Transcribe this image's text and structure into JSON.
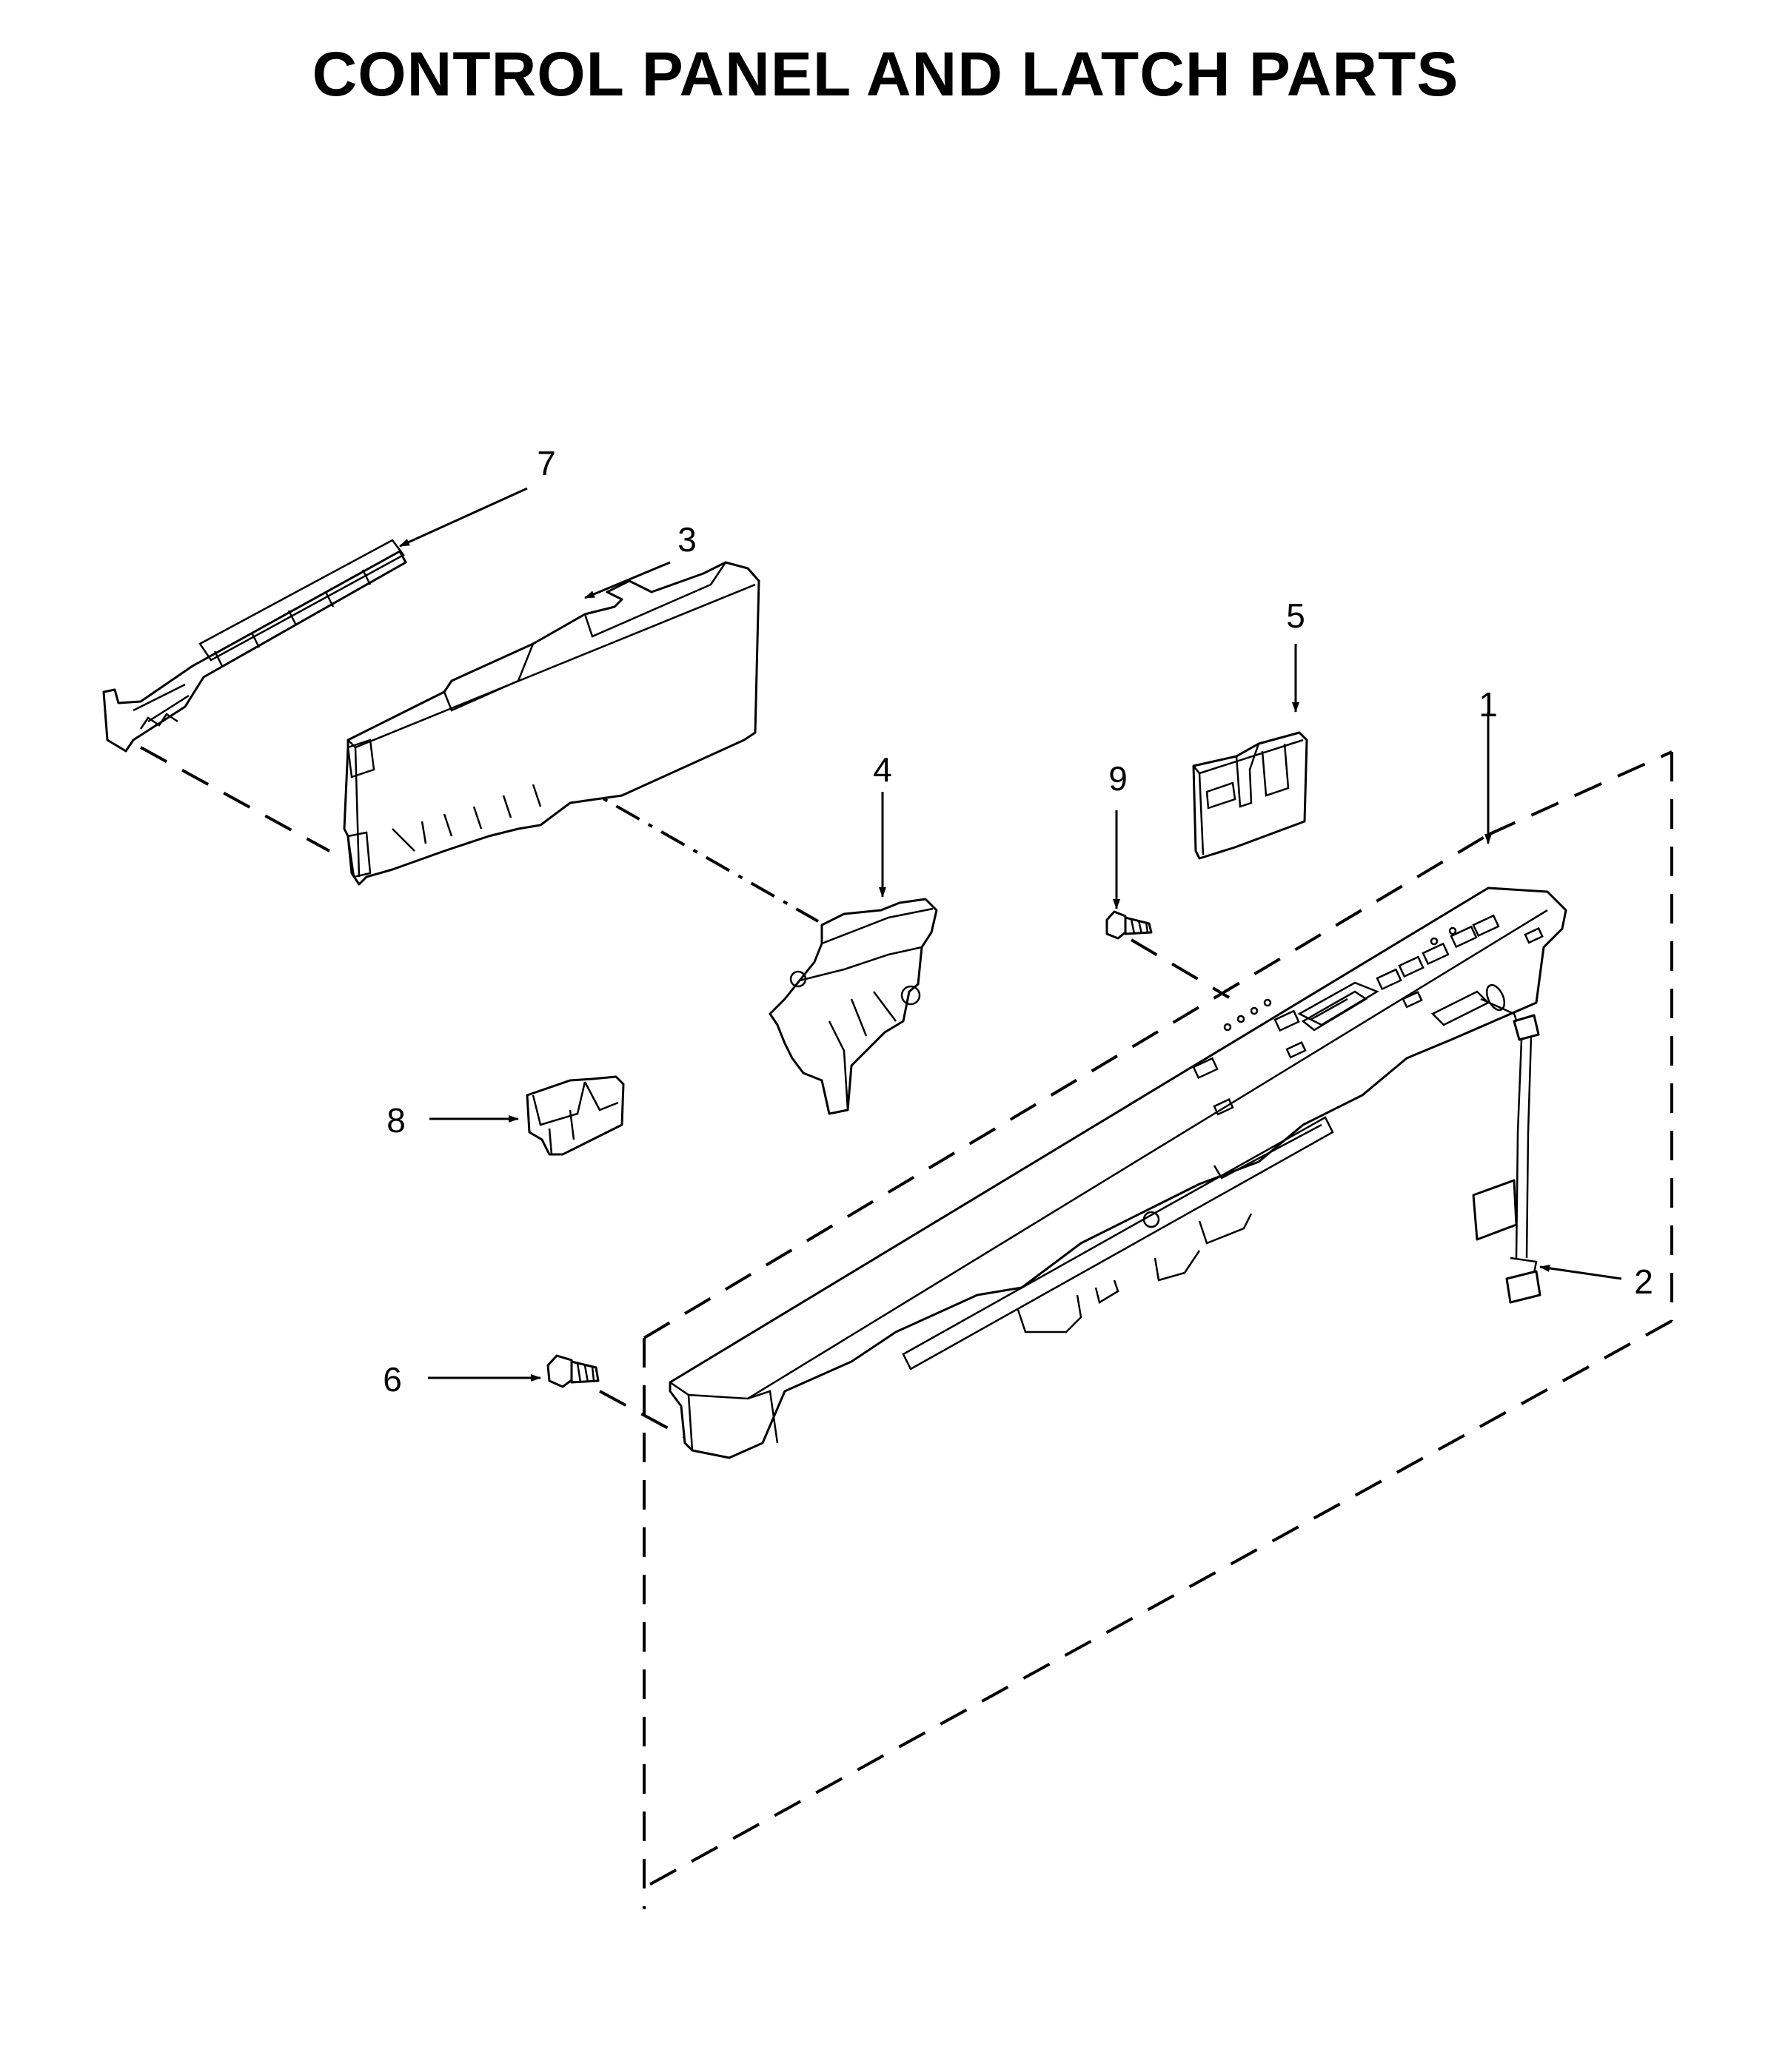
{
  "title": "CONTROL PANEL AND LATCH PARTS",
  "callouts": [
    "1",
    "2",
    "3",
    "4",
    "5",
    "6",
    "7",
    "8",
    "9"
  ]
}
